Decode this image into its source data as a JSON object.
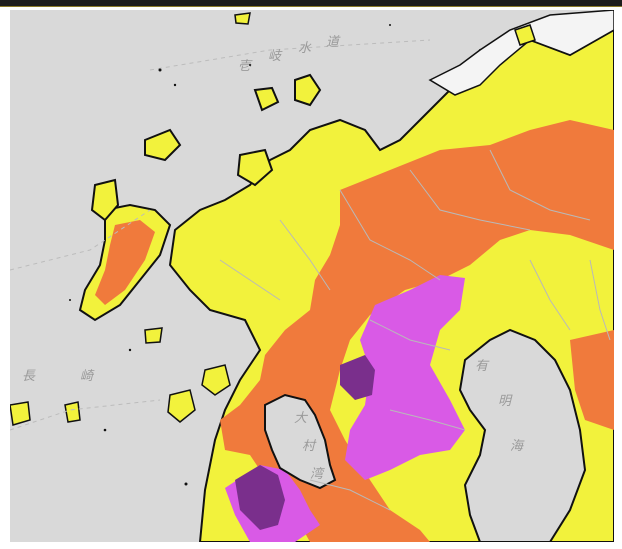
{
  "map": {
    "colors": {
      "sea": "#d9d9d9",
      "land_none": "#f4f4f4",
      "level_yellow": "#f2f23c",
      "level_orange": "#f07a3c",
      "level_magenta": "#d95ae6",
      "level_purple": "#7a2f8c",
      "coastline": "#111111",
      "boundary": "#b9b9b9"
    },
    "labels": {
      "genkai_sea_chars": [
        "壱",
        "岐",
        "水",
        "道"
      ],
      "nagasaki_chars": [
        "長",
        "崎"
      ],
      "ariake_chars": [
        "有",
        "明",
        "海"
      ],
      "omura_chars": [
        "大",
        "村",
        "湾"
      ]
    }
  }
}
